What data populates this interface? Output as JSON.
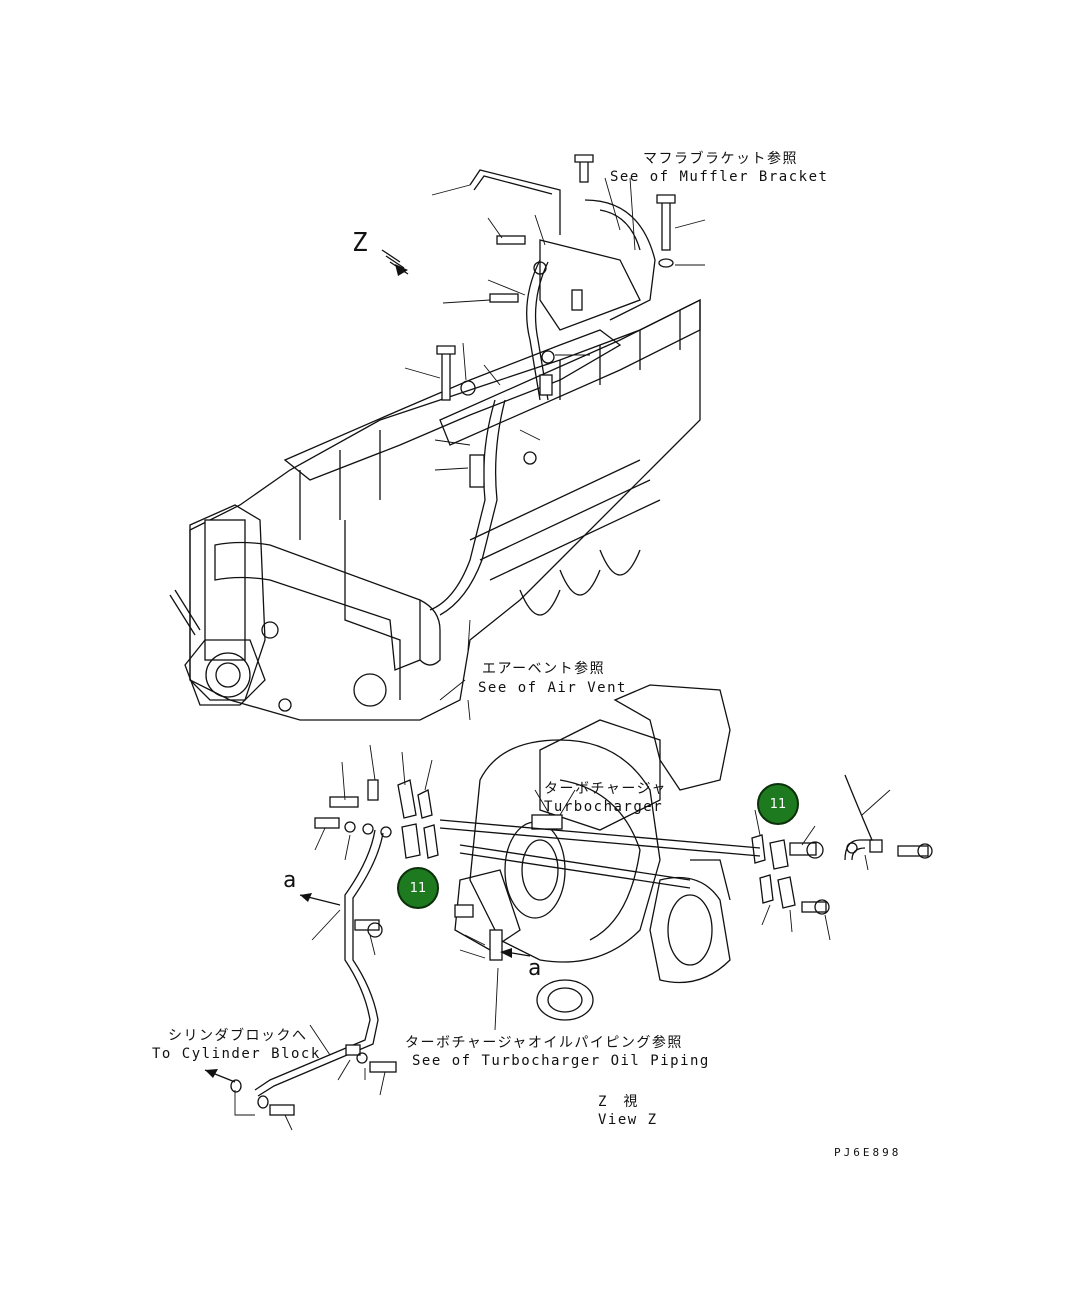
{
  "labels": {
    "muffler_bracket_jp": "マフラブラケット参照",
    "muffler_bracket_en": "See of Muffler Bracket",
    "view_marker": "Z",
    "air_vent_jp": "エアーベント参照",
    "air_vent_en": "See of Air Vent",
    "turbocharger_jp": "ターボチャージャ",
    "turbocharger_en": "Turbocharger",
    "arrow_a_left": "a",
    "arrow_a_center": "a",
    "cylinder_block_jp": "シリンダブロックへ",
    "cylinder_block_en": "To Cylinder Block",
    "turbo_oil_jp": "ターボチャージャオイルパイピング参照",
    "turbo_oil_en": "See of Turbocharger Oil Piping",
    "view_z_jp": "Z　視",
    "view_z_en": "View Z",
    "drawing_code": "PJ6E898"
  },
  "callouts": [
    {
      "number": "11"
    },
    {
      "number": "11"
    }
  ],
  "colors": {
    "callout_fill": "#1e7a1e",
    "line": "#111111"
  }
}
